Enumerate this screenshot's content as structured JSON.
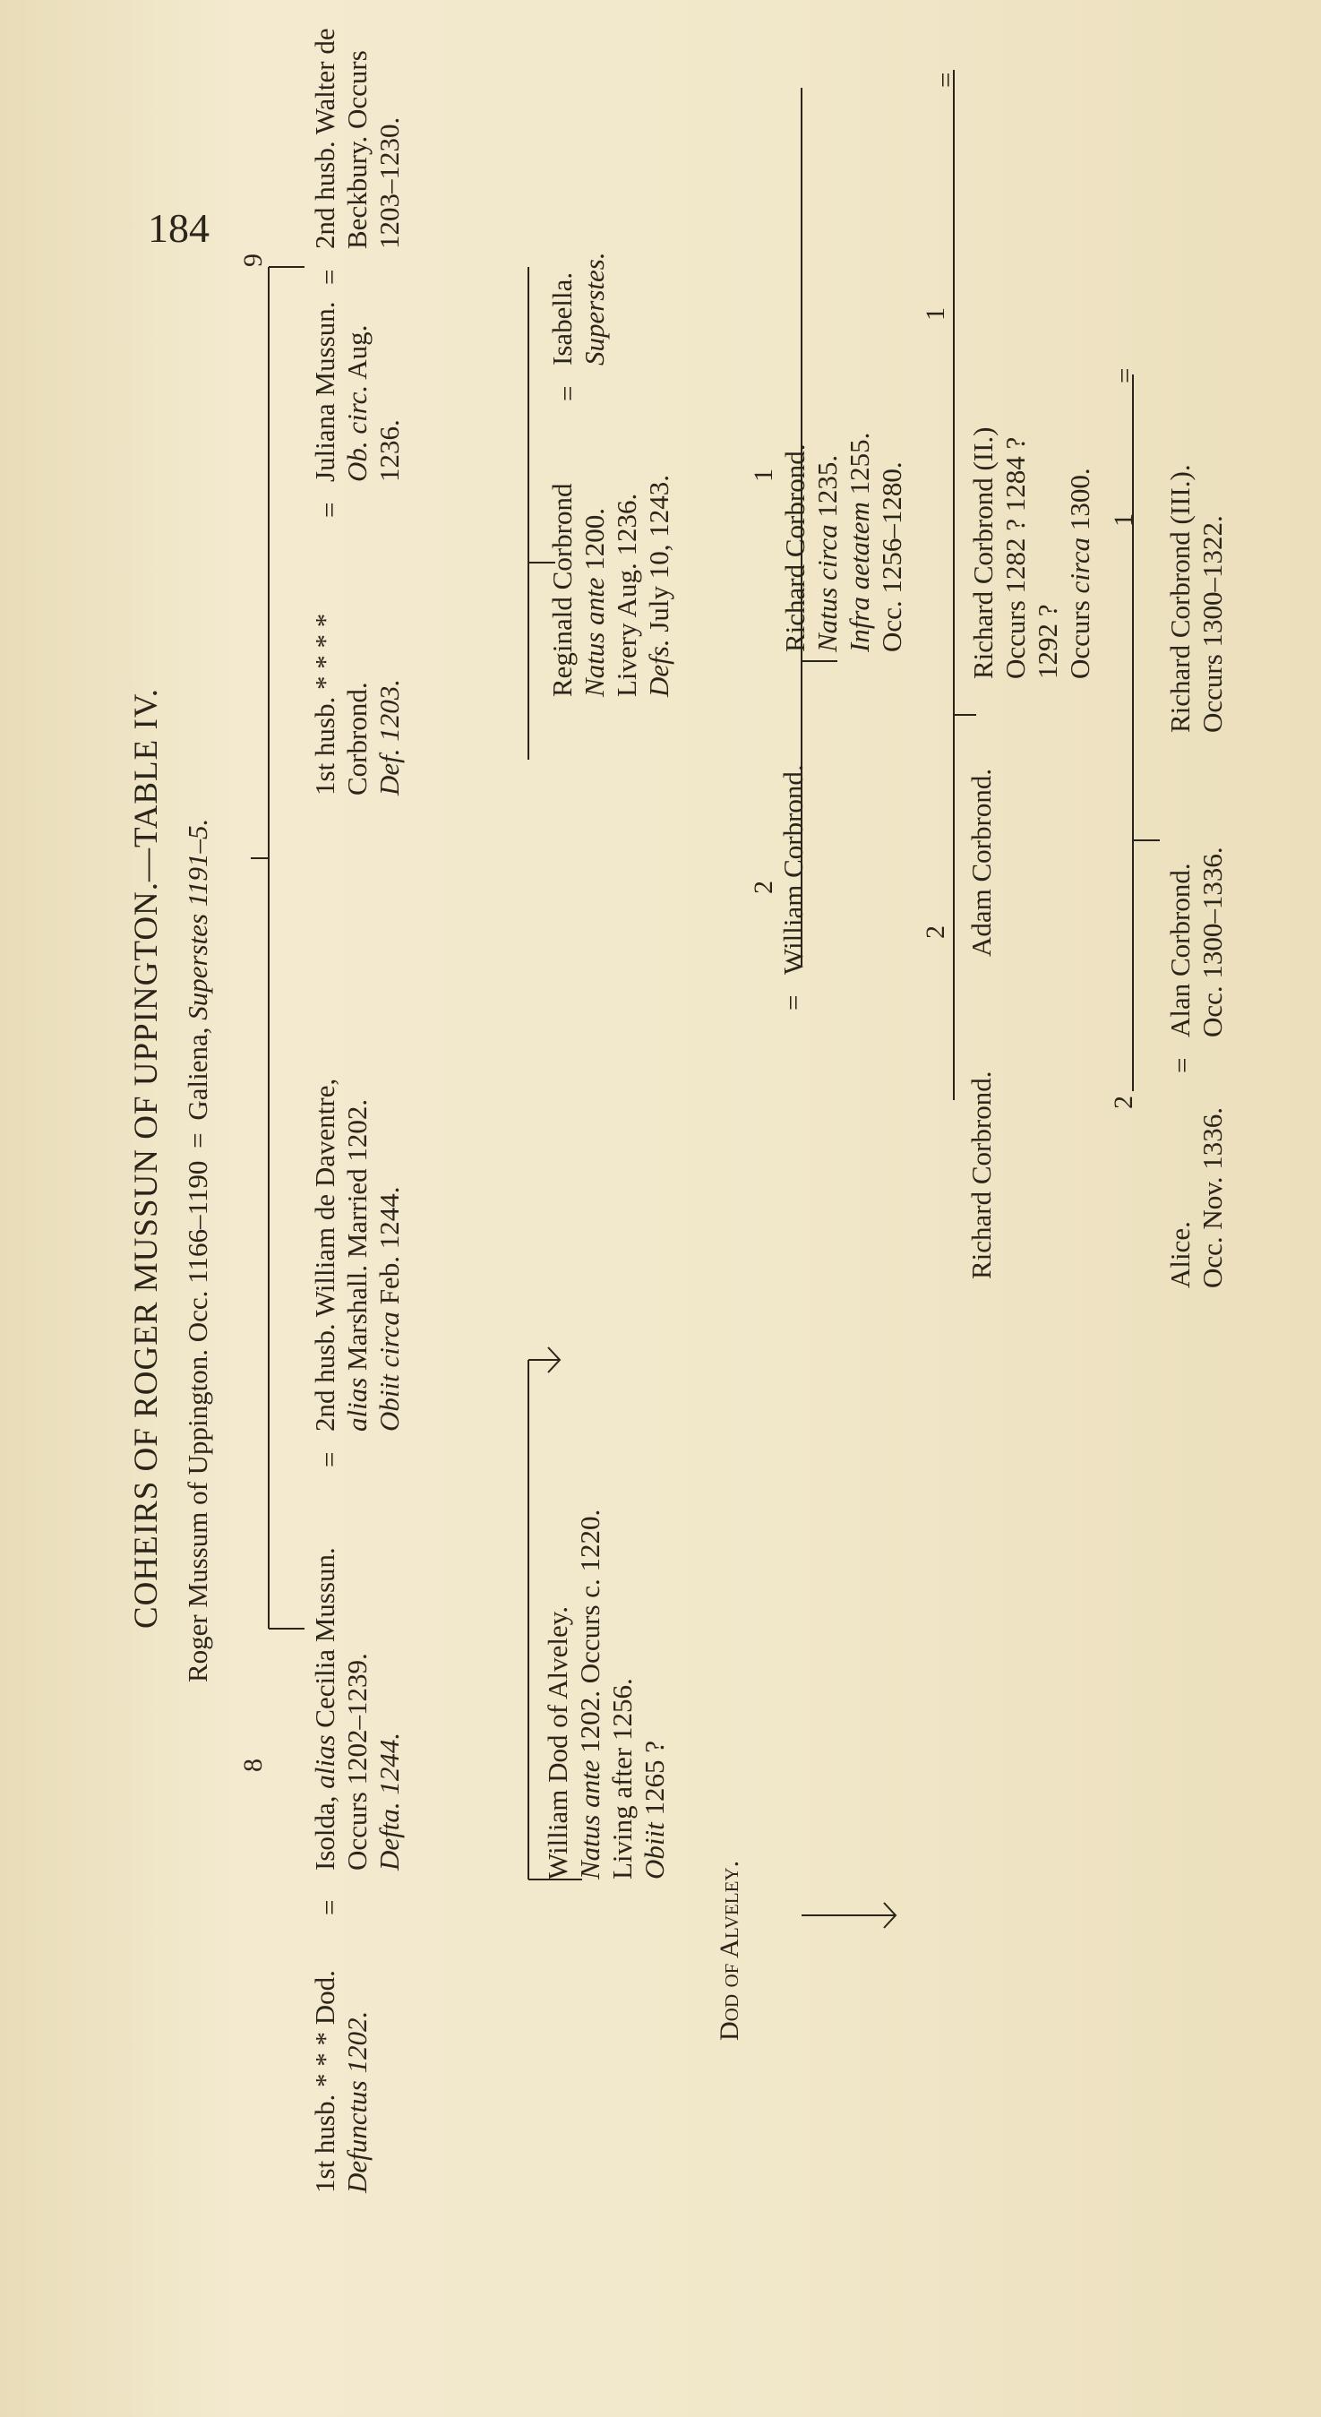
{
  "page_number": "184",
  "title": "COHEIRS OF ROGER MUSSUN OF UPPINGTON.—TABLE IV.",
  "top_line": {
    "roger": "Roger Mussum of Uppington. Occ. 1166–1190",
    "galiena_name": "Galiena, ",
    "galiena_note": "Superstes 1191–5."
  },
  "markers": {
    "eight": "8",
    "nine": "9"
  },
  "generation1": {
    "dod": [
      "1st husb. * * * Dod.",
      "Defunctus 1202."
    ],
    "isolda": [
      "Isolda, ",
      "alias",
      " Cecilia Mussun.",
      "Occurs 1202–1239.",
      "Defta. 1244."
    ],
    "william_daventre": [
      "2nd husb. William de Daventre,",
      "alias",
      " Marshall. Married 1202.",
      "Obiit circa",
      " Feb. 1244."
    ],
    "corbrond": [
      "1st husb. * * * *",
      "Corbrond.",
      "Def. 1203."
    ],
    "juliana": [
      "Juliana Mussun.",
      "Ob. circ.",
      " Aug.",
      "1236."
    ],
    "walter": [
      "2nd husb. Walter de",
      "Beckbury. Occurs",
      "1203–1230."
    ]
  },
  "generation2": {
    "william_dod": [
      "William Dod of Alveley.",
      "Natus ante",
      " 1202. Occurs c. 1220.",
      "Living after 1256.",
      "Obiit",
      " 1265 ?"
    ],
    "reginald": [
      "Reginald Corbrond",
      "Natus ante",
      " 1200.",
      "Livery Aug. 1236.",
      "Defs.",
      " July 10, 1243."
    ],
    "isabella": [
      "Isabella.",
      "Superstes."
    ]
  },
  "dod_alveley": "Dod of Alveley.",
  "generation3": {
    "marker_2": "2",
    "marker_1": "1",
    "william_corbrond": "William Corbrond.",
    "richard": [
      "Richard Corbrond.",
      "Natus circa",
      " 1235.",
      "Infra aetatem",
      " 1255.",
      "Occ. 1256–1280."
    ]
  },
  "generation4": {
    "marker_2": "2",
    "marker_1": "1",
    "richard_corbrond": "Richard Corbrond.",
    "adam": "Adam Corbrond.",
    "richard_ii": [
      "Richard Corbrond (II.)",
      "Occurs 1282 ? 1284 ?",
      "1292 ?",
      "Occurs ",
      "circa",
      " 1300."
    ]
  },
  "generation5": {
    "marker_2": "2",
    "marker_1": "1",
    "alice": [
      "Alice.",
      "Occ. Nov. 1336."
    ],
    "alan": [
      "Alan Corbrond.",
      "Occ. 1300–1336."
    ],
    "richard_iii": [
      "Richard Corbrond (III.).",
      "Occurs 1300–1322."
    ]
  }
}
